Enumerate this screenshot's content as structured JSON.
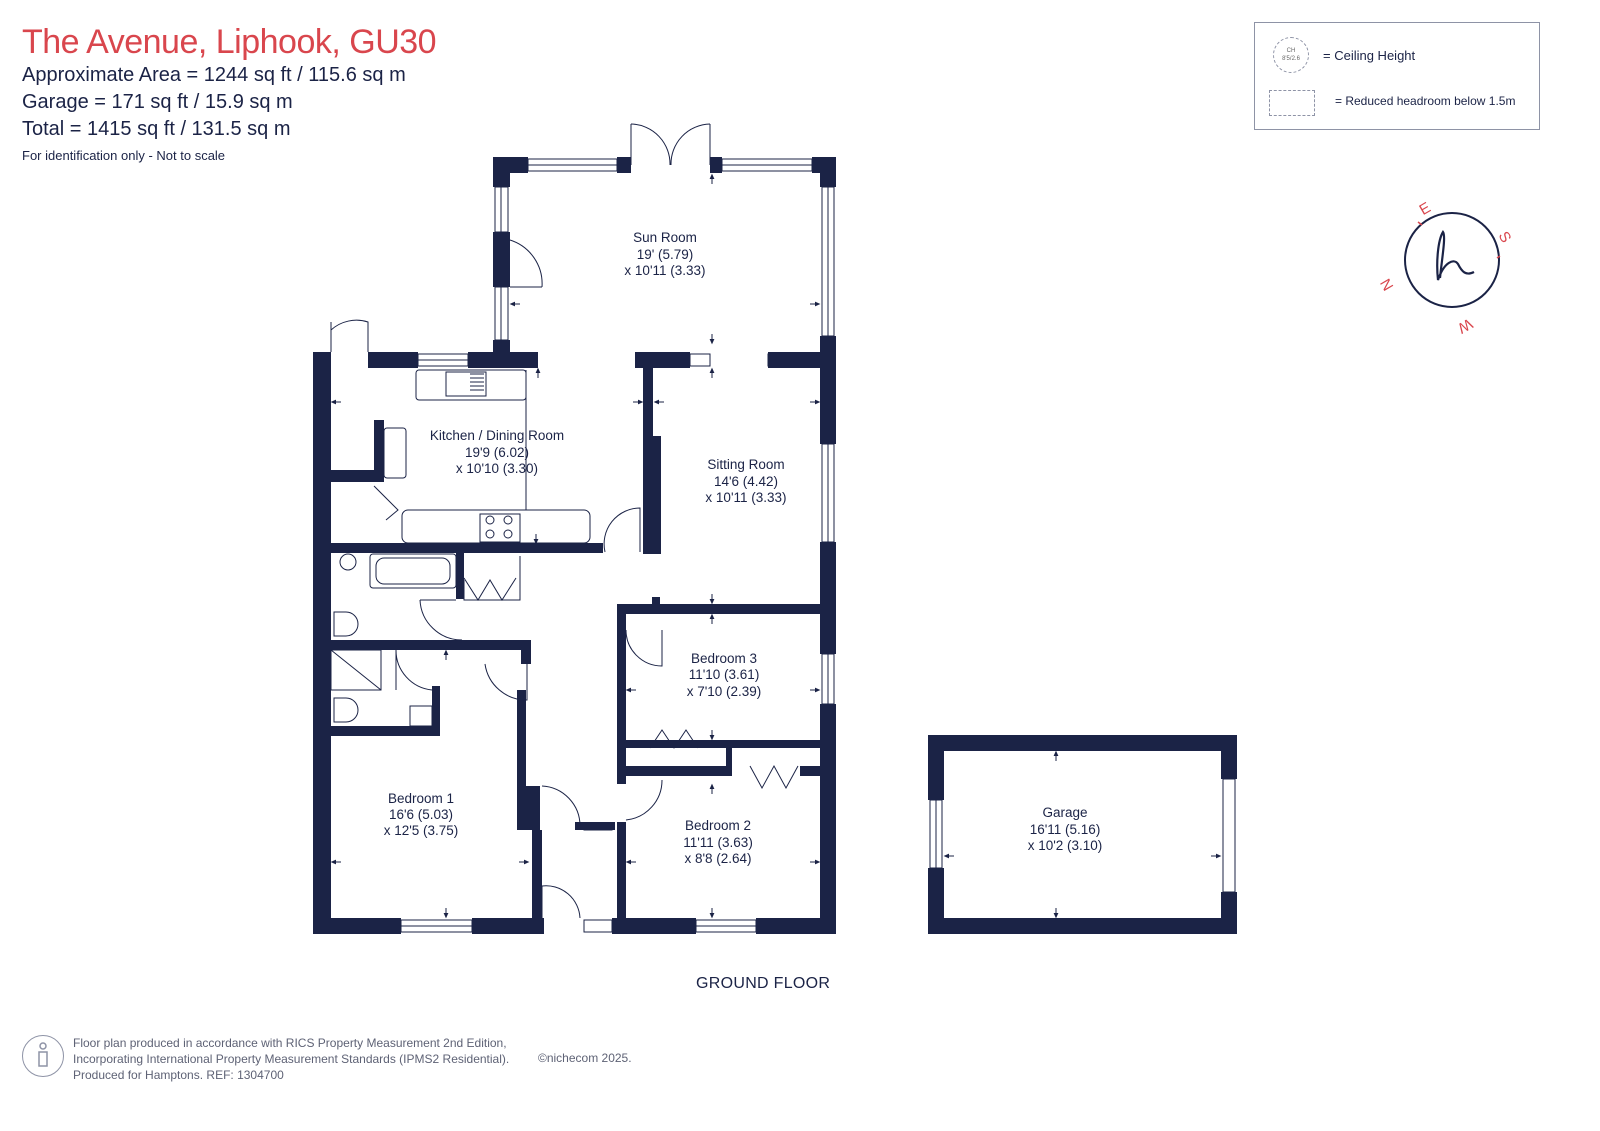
{
  "header": {
    "title": "The Avenue, Liphook, GU30",
    "approx_area": "Approximate Area = 1244 sq ft / 115.6 sq m",
    "garage_area": "Garage = 171 sq ft / 15.9 sq m",
    "total_area": "Total = 1415 sq ft / 131.5 sq m",
    "note": "For identification only - Not to scale"
  },
  "legend": {
    "ceiling_height_symbol": "CH\n8'5/2.6",
    "ceiling_height_label": "= Ceiling Height",
    "reduced_headroom_label": "= Reduced headroom below 1.5m"
  },
  "compass": {
    "n": "N",
    "e": "E",
    "s": "S",
    "w": "W",
    "logo": "h"
  },
  "rooms": {
    "sun_room": {
      "name": "Sun Room",
      "dim1": "19' (5.79)",
      "dim2": "x 10'11 (3.33)"
    },
    "kitchen": {
      "name": "Kitchen / Dining Room",
      "dim1": "19'9 (6.02)",
      "dim2": "x 10'10 (3.30)"
    },
    "sitting": {
      "name": "Sitting Room",
      "dim1": "14'6 (4.42)",
      "dim2": "x 10'11 (3.33)"
    },
    "bedroom3": {
      "name": "Bedroom 3",
      "dim1": "11'10 (3.61)",
      "dim2": "x 7'10 (2.39)"
    },
    "bedroom1": {
      "name": "Bedroom 1",
      "dim1": "16'6 (5.03)",
      "dim2": "x 12'5 (3.75)"
    },
    "bedroom2": {
      "name": "Bedroom 2",
      "dim1": "11'11 (3.63)",
      "dim2": "x 8'8 (2.64)"
    },
    "garage": {
      "name": "Garage",
      "dim1": "16'11 (5.16)",
      "dim2": "x 10'2 (3.10)"
    }
  },
  "floor_label": "GROUND FLOOR",
  "footer": {
    "line1": "Floor plan produced in accordance with RICS Property Measurement 2nd Edition,",
    "line2": "Incorporating International Property Measurement Standards (IPMS2 Residential).",
    "line3": "Produced for Hamptons.   REF:  1304700",
    "copyright": "©nichecom 2025."
  },
  "colors": {
    "wall": "#1b2346",
    "title": "#d9464d",
    "thin": "#8e93a6"
  }
}
